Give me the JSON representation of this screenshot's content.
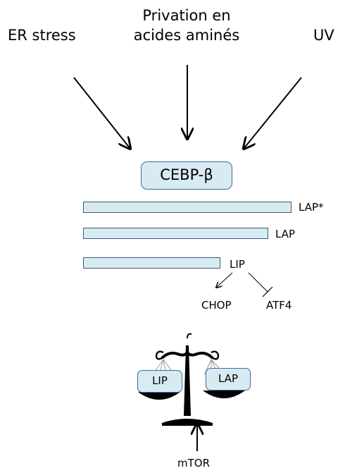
{
  "stimuli": {
    "er_stress": "ER stress",
    "amino_acid_line1": "Privation en",
    "amino_acid_line2": "acides aminés",
    "uv": "UV"
  },
  "protein": "CEBP-β",
  "isoforms": [
    {
      "label": "LAP*"
    },
    {
      "label": "LAP"
    },
    {
      "label": "LIP"
    }
  ],
  "targets": {
    "activated": "CHOP",
    "inhibited": "ATF4"
  },
  "balance": {
    "left_pan": "LIP",
    "right_pan": "LAP"
  },
  "regulator": "mTOR",
  "colors": {
    "box_fill": "#d8eaf2",
    "box_border": "#3d6a9a"
  }
}
